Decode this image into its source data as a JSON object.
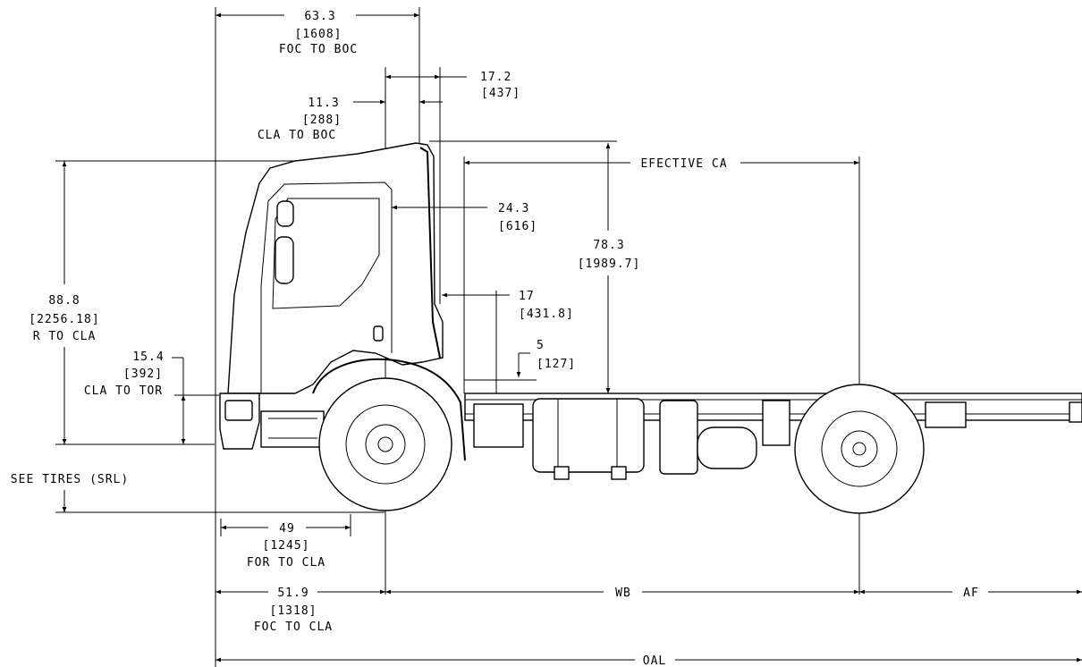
{
  "dimensions": {
    "foc_to_boc": {
      "value": "63.3",
      "metric": "[1608]",
      "label": "FOC TO BOC"
    },
    "d17_2": {
      "value": "17.2",
      "metric": "[437]"
    },
    "cla_to_boc": {
      "value": "11.3",
      "metric": "[288]",
      "label": "CLA TO BOC"
    },
    "effective_ca": {
      "label": "EFECTIVE CA"
    },
    "d24_3": {
      "value": "24.3",
      "metric": "[616]"
    },
    "d78_3": {
      "value": "78.3",
      "metric": "[1989.7]"
    },
    "r_to_cla": {
      "value": "88.8",
      "metric": "[2256.18]",
      "label": "R TO CLA"
    },
    "d17": {
      "value": "17",
      "metric": "[431.8]"
    },
    "d5": {
      "value": "5",
      "metric": "[127]"
    },
    "cla_to_tor": {
      "value": "15.4",
      "metric": "[392]",
      "label": "CLA TO TOR"
    },
    "see_tires": {
      "label": "SEE TIRES (SRL)"
    },
    "for_to_cla": {
      "value": "49",
      "metric": "[1245]",
      "label": "FOR TO CLA"
    },
    "foc_to_cla": {
      "value": "51.9",
      "metric": "[1318]",
      "label": "FOC TO CLA"
    },
    "wb": {
      "label": "WB"
    },
    "af": {
      "label": "AF"
    },
    "oal": {
      "label": "OAL"
    }
  }
}
